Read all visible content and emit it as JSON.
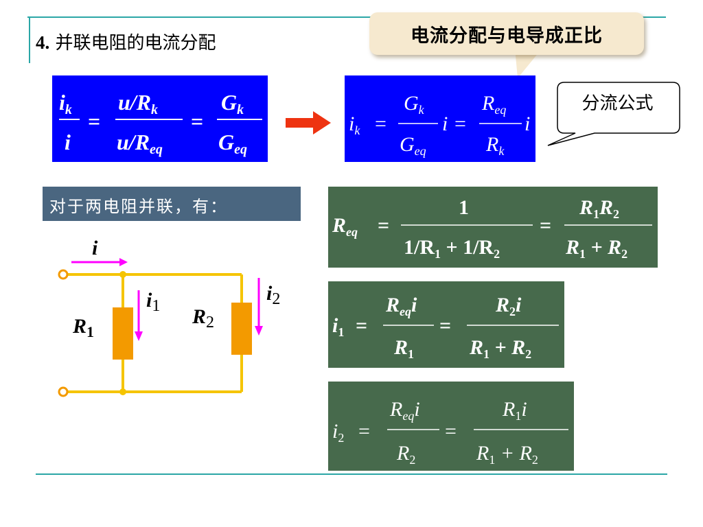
{
  "title": {
    "number": "4.",
    "text": "并联电阻的电流分配"
  },
  "callout": {
    "text": "电流分配与电导成正比"
  },
  "bubble": {
    "text": "分流公式"
  },
  "label": {
    "text": "对于两电阻并联，有："
  },
  "circuit": {
    "current_total": "i",
    "r1": "R",
    "r1_sub": "1",
    "r2": "R",
    "r2_sub": "2",
    "i1": "i",
    "i1_sub": "1",
    "i2": "i",
    "i2_sub": "2"
  },
  "formulas": {
    "f1": {
      "lhs_num": "i",
      "lhs_num_sub": "k",
      "lhs_den": "i",
      "mid_num": "u/R",
      "mid_num_sub": "k",
      "mid_den": "u/R",
      "mid_den_sub": "eq",
      "rhs_num": "G",
      "rhs_num_sub": "k",
      "rhs_den": "G",
      "rhs_den_sub": "eq",
      "eq": "="
    },
    "f2": {
      "lhs": "i",
      "lhs_sub": "k",
      "a_num": "G",
      "a_num_sub": "k",
      "a_den": "G",
      "a_den_sub": "eq",
      "a_tail": "i",
      "b_num": "R",
      "b_num_sub": "eq",
      "b_den": "R",
      "b_den_sub": "k",
      "b_tail": "i",
      "eq": "="
    },
    "f3": {
      "lhs": "R",
      "lhs_sub": "eq",
      "num": "1",
      "den": "1/R",
      "den_sub1": "1",
      "den_mid": " + 1/R",
      "den_sub2": "2",
      "r_num": "R",
      "r_num_sub1": "1",
      "r_num_mid": "R",
      "r_num_sub2": "2",
      "r_den": "R",
      "r_den_sub1": "1",
      "r_den_mid": " + R",
      "r_den_sub2": "2",
      "eq": "="
    },
    "f4": {
      "lhs": "i",
      "lhs_sub": "1",
      "a_num": "R",
      "a_num_sub": "eq",
      "a_num_tail": "i",
      "a_den": "R",
      "a_den_sub": "1",
      "b_num": "R",
      "b_num_sub": "2",
      "b_num_tail": "i",
      "b_den": "R",
      "b_den_sub1": "1",
      "b_den_mid": " + R",
      "b_den_sub2": "2",
      "eq": "="
    },
    "f5": {
      "lhs": "i",
      "lhs_sub": "2",
      "a_num": "R",
      "a_num_sub": "eq",
      "a_num_tail": "i",
      "a_den": "R",
      "a_den_sub": "2",
      "b_num": "R",
      "b_num_sub": "1",
      "b_num_tail": "i",
      "b_den": "R",
      "b_den_sub1": "1",
      "b_den_mid": " + R",
      "b_den_sub2": "2",
      "eq": "="
    }
  },
  "colors": {
    "blue_box": "#0000ff",
    "green_box": "#476a4c",
    "wire": "#f5c400",
    "resistor": "#f39a00",
    "arrow": "#ff00ff",
    "red_arrow": "#ee3311"
  }
}
